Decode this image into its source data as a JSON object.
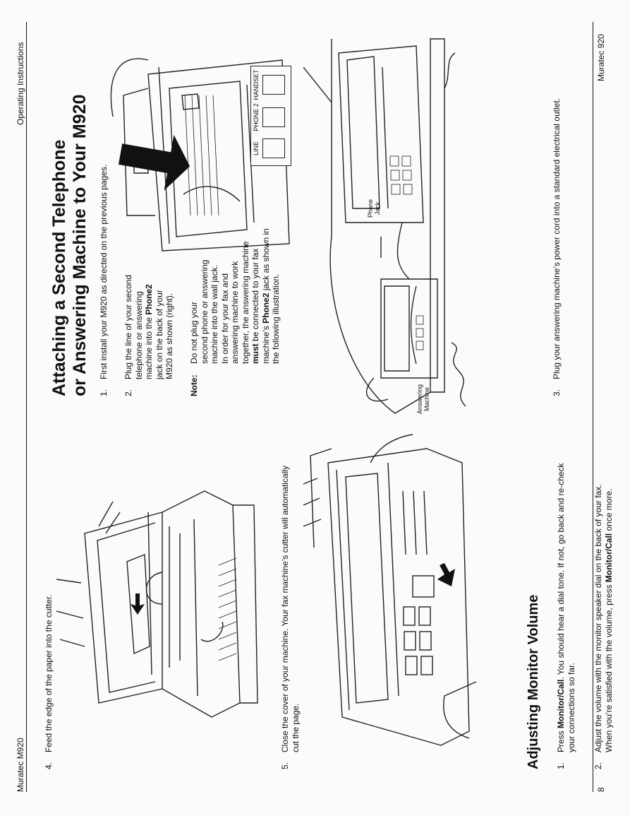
{
  "header": {
    "left": "Muratec M920",
    "right": "Operating Instructions"
  },
  "left_column": {
    "step4": {
      "num": "4.",
      "text": "Feed the edge of the paper into the cutter."
    },
    "step5": {
      "num": "5.",
      "line1": "Close the cover of your machine. Your fax machine’s cutter will automatically",
      "line2": "cut the page."
    },
    "heading": "Adjusting Monitor Volume",
    "step1": {
      "num": "1.",
      "pre": "Press ",
      "bold": "Monitor/Call",
      "post": ". You should hear a dial tone. If not, go back and re-check",
      "line2": "your connections so far."
    },
    "step2": {
      "num": "2.",
      "line1": "Adjust the volume with the monitor speaker dial on the back of your fax.",
      "pre2": "When you’re satisfied with the volume, press ",
      "bold2": "Monitor/Call",
      "post2": " once more."
    }
  },
  "right_column": {
    "heading_line1": "Attaching a Second Telephone",
    "heading_line2": "or Answering Machine to Your M920",
    "step1": {
      "num": "1.",
      "text": "First install your M920 as directed on the previous pages."
    },
    "step2": {
      "num": "2.",
      "l1": "Plug the line of your second",
      "l2": "telephone or answering",
      "l3_pre": "machine into the ",
      "l3_bold": "Phone2",
      "l4": "jack on the back of your",
      "l5": "M920 as shown (right)."
    },
    "note": {
      "label": "Note:",
      "l1": "Do not plug your",
      "l2": "second phone or answering",
      "l3": "machine into the wall jack.",
      "l4": "In order for your fax and",
      "l5": "answering machine to work",
      "l6": "together, the answering machine",
      "l7_bold": "must",
      "l7_post": " be connected to your fax",
      "l8_pre": "machine’s ",
      "l8_bold": "Phone2",
      "l8_post": " jack as shown in",
      "l9": "the following illustration."
    },
    "jack_labels": {
      "line": "LINE",
      "phone2": "PHONE 2",
      "handset": "HANDSET"
    },
    "illustration_labels": {
      "phone_jack_1": "Phone",
      "phone_jack_2": "Jack",
      "answering_1": "Answering",
      "answering_2": "Machine"
    },
    "step3": {
      "num": "3.",
      "text": "Plug your answering machine’s power cord into a standard electrical outlet."
    }
  },
  "footer": {
    "page_number": "8",
    "right": "Muratec 920"
  }
}
